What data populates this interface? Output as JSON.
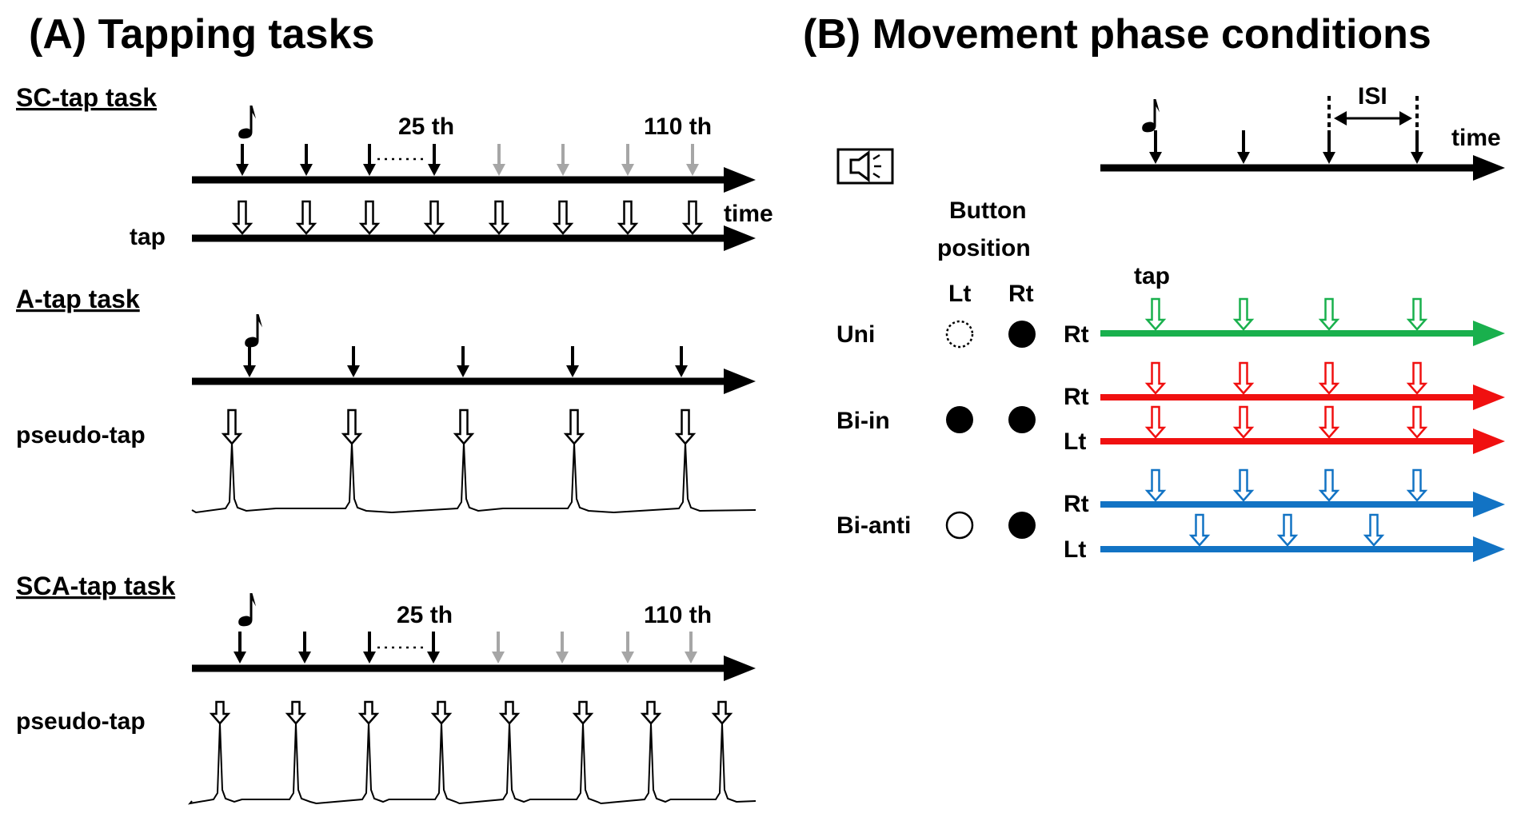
{
  "colors": {
    "black": "#000000",
    "gray": "#a6a6a6",
    "green": "#19b04d",
    "red": "#f01010",
    "blue": "#1273c4"
  },
  "icons": {
    "note": "music-note-icon",
    "speaker": "speaker-icon"
  },
  "panel_a": {
    "title": "(A) Tapping tasks",
    "sc_tap": {
      "title": "SC-tap task",
      "label_25": "25 th",
      "label_110": "110 th",
      "time_label": "time",
      "tap_label": "tap"
    },
    "a_tap": {
      "title": "A-tap task",
      "pseudo_label": "pseudo-tap"
    },
    "sca_tap": {
      "title": "SCA-tap task",
      "label_25": "25 th",
      "label_110": "110 th",
      "pseudo_label": "pseudo-tap"
    }
  },
  "panel_b": {
    "title": "(B) Movement phase conditions",
    "isi_label": "ISI",
    "time_label": "time",
    "button_position_line1": "Button",
    "button_position_line2": "position",
    "lt_header": "Lt",
    "rt_header": "Rt",
    "tap_label": "tap",
    "conditions": [
      {
        "name": "Uni",
        "lines": [
          "Rt"
        ]
      },
      {
        "name": "Bi-in",
        "lines": [
          "Rt",
          "Lt"
        ]
      },
      {
        "name": "Bi-anti",
        "lines": [
          "Rt",
          "Lt"
        ]
      }
    ]
  }
}
